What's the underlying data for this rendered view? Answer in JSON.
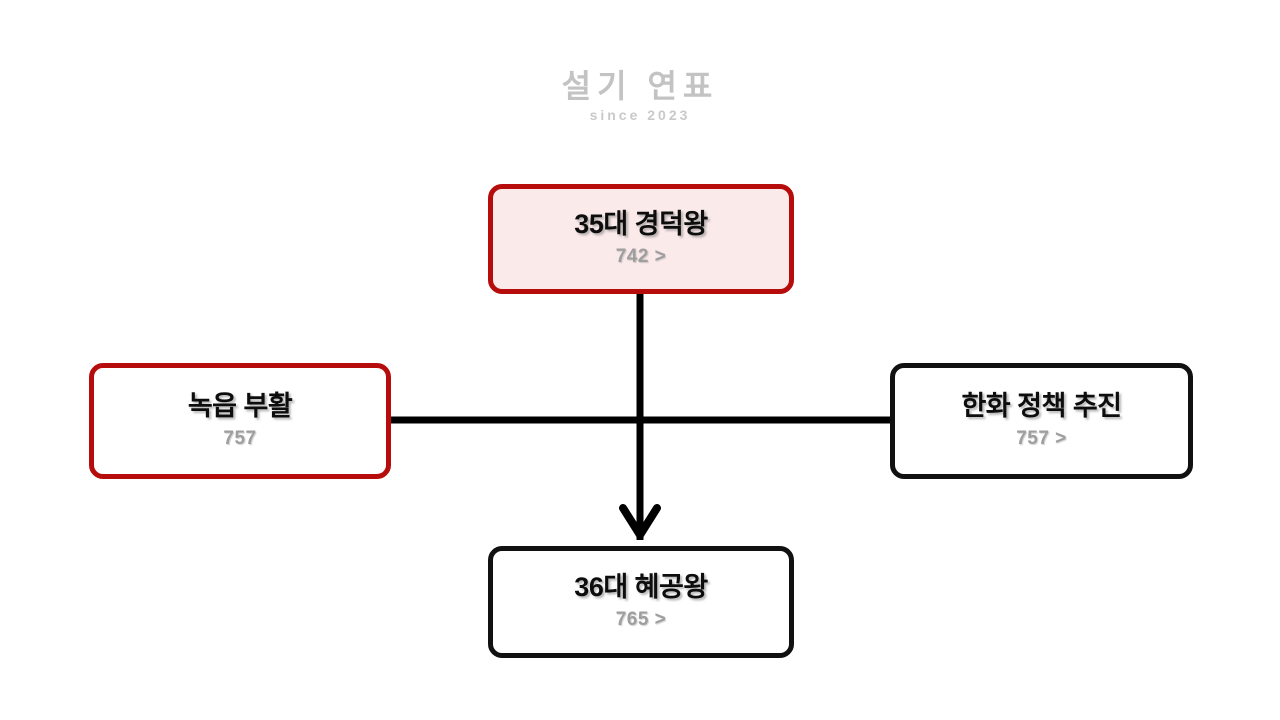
{
  "page": {
    "background_color": "#ffffff",
    "title": "설기 연표 - 신라 경덕왕 연표"
  },
  "watermark": {
    "main_text": "설기 연표",
    "sub_text": "since 2023",
    "color": "#b9b9b9"
  },
  "colors": {
    "accent_red": "#b60c0c",
    "accent_red_fill": "#fbeaea",
    "node_border_black": "#111111",
    "node_fill_white": "#ffffff",
    "title_text": "#0d0d0d",
    "sub_text": "#9e9e9e",
    "edge_line": "#000000"
  },
  "nodes": [
    {
      "id": "king35",
      "title": "35대 경덕왕",
      "subtitle": "742 >",
      "year": "742",
      "has_chevron": true,
      "border_color": "#b60c0c",
      "fill_color": "#fbeaea",
      "position": "top-center"
    },
    {
      "id": "nokeup",
      "title": "녹읍 부활",
      "subtitle": "757",
      "year": "757",
      "has_chevron": false,
      "border_color": "#b60c0c",
      "fill_color": "#ffffff",
      "position": "middle-left"
    },
    {
      "id": "hanhwa",
      "title": "한화 정책 추진",
      "subtitle": "757 >",
      "year": "757",
      "has_chevron": true,
      "border_color": "#111111",
      "fill_color": "#ffffff",
      "position": "middle-right"
    },
    {
      "id": "king36",
      "title": "36대 혜공왕",
      "subtitle": "765 >",
      "year": "765",
      "has_chevron": true,
      "border_color": "#111111",
      "fill_color": "#ffffff",
      "position": "bottom-center"
    }
  ],
  "edges": [
    {
      "id": "king35-to-king36",
      "from": "king35",
      "to": "king36",
      "style": "vertical-arrow-down"
    },
    {
      "id": "nokeup-to-hanhwa",
      "from": "nokeup",
      "to": "hanhwa",
      "style": "horizontal-line"
    }
  ]
}
